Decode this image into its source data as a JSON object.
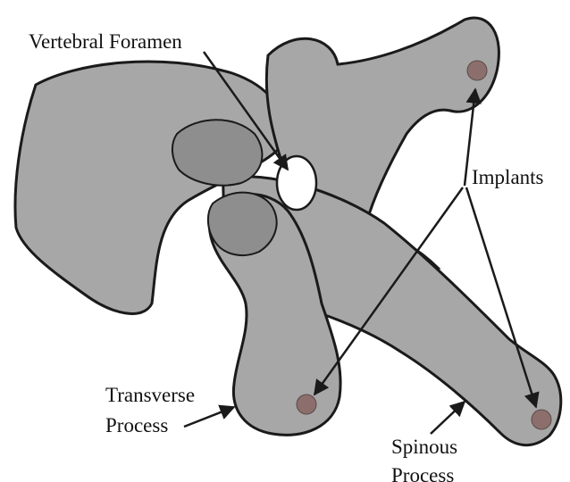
{
  "labels": {
    "vertebral_foramen": "Vertebral Foramen",
    "implants": "Implants",
    "transverse_process_line1": "Transverse",
    "transverse_process_line2": "Process",
    "spinous_process_line1": "Spinous",
    "spinous_process_line2": "Process"
  },
  "colors": {
    "paper": "#ffffff",
    "bone": "#a7a7a7",
    "bone_shadow": "#7c7c7c",
    "outline": "#1a1a1a",
    "implant": "#8c6f6c",
    "foramen": "#ffffff",
    "text": "#111111"
  }
}
